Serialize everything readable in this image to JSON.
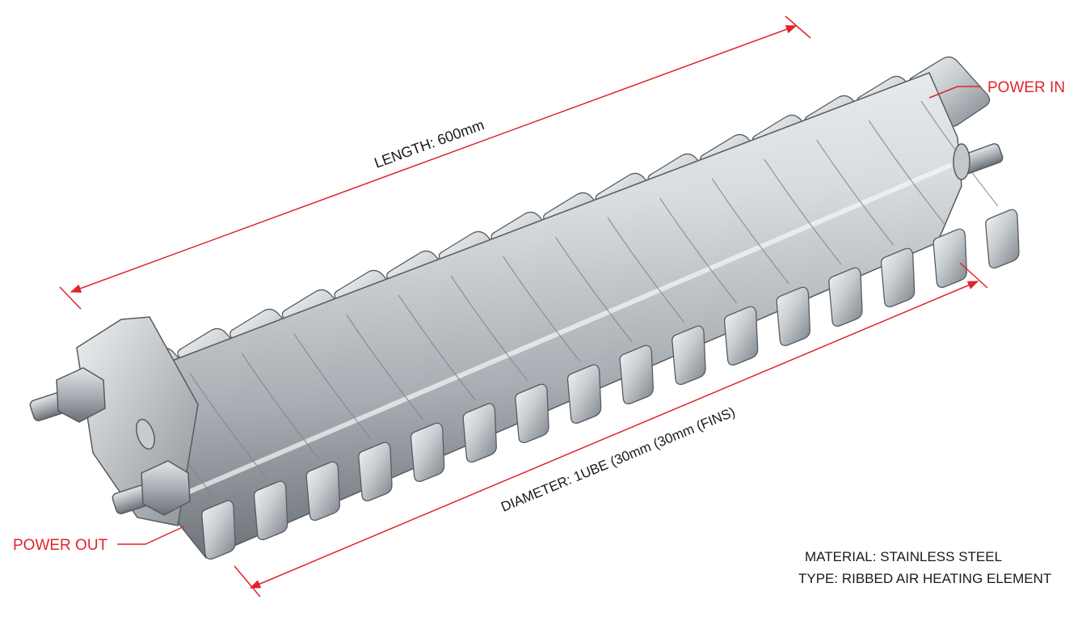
{
  "labels": {
    "length": "LENGTH: 600mm",
    "diameter": "DIAMETER: 1UBE (30mm (30mm (FINS)",
    "power_in": "POWER IN",
    "power_out": "POWER OUT",
    "material": "MATERIAL: STAINLESS STEEL",
    "type": "TYPE: RIBBED AIR HEATING ELEMENT"
  },
  "colors": {
    "dimension": "#e0242a",
    "text": "#1a1a1a",
    "steel_light": "#e9ecee",
    "steel_mid": "#b9bec3",
    "steel_dark": "#6f757b",
    "background": "#ffffff"
  },
  "icons": {
    "terminal": "threaded-stud-terminal"
  }
}
